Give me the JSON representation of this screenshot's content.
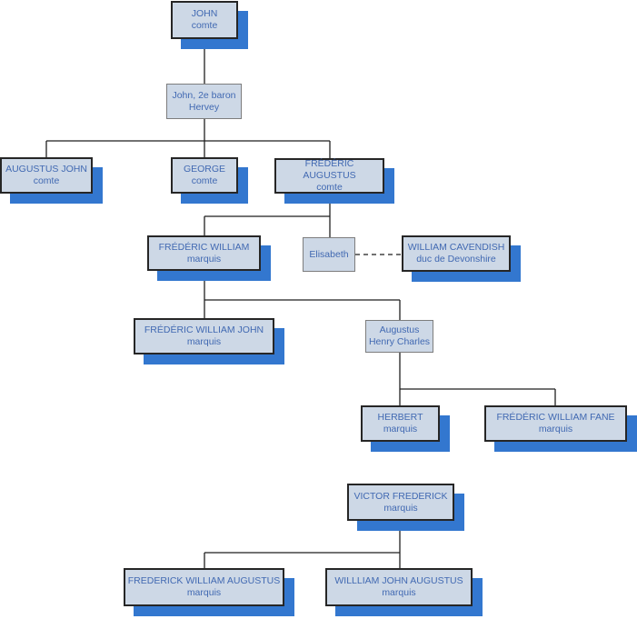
{
  "diagram": {
    "type": "family-tree-org-chart",
    "background_color": "#ffffff",
    "colors": {
      "node_fill": "#cdd8e6",
      "node_border_dark": "#262626",
      "node_border_gray": "#7d7d7d",
      "node_shadow_blue": "#3377cf",
      "text_blue": "#4169b2",
      "line_color": "#1f1f1f"
    },
    "nodes": [
      {
        "name": "JOHN",
        "title": "comte"
      },
      {
        "name": "John, 2e baron",
        "title": "Hervey"
      },
      {
        "name": "AUGUSTUS JOHN",
        "title": "comte"
      },
      {
        "name": "GEORGE",
        "title": "comte"
      },
      {
        "name": "FRÉDÉRIC AUGUSTUS",
        "title": "comte"
      },
      {
        "name": "FRÉDÉRIC WILLIAM",
        "title": "marquis"
      },
      {
        "name": "Elisabeth",
        "title": ""
      },
      {
        "name": "WILLIAM CAVENDISH",
        "title": "duc de Devonshire"
      },
      {
        "name": "FRÉDÉRIC WILLIAM JOHN",
        "title": "marquis"
      },
      {
        "name": "Augustus",
        "title": "Henry Charles"
      },
      {
        "name": "HERBERT",
        "title": "marquis"
      },
      {
        "name": "FRÉDÉRIC WILLIAM FANE",
        "title": "marquis"
      },
      {
        "name": "VICTOR FREDERICK",
        "title": "marquis"
      },
      {
        "name": "FREDERICK WILLIAM AUGUSTUS",
        "title": "marquis"
      },
      {
        "name": "WILLLIAM JOHN AUGUSTUS",
        "title": "marquis"
      }
    ]
  }
}
